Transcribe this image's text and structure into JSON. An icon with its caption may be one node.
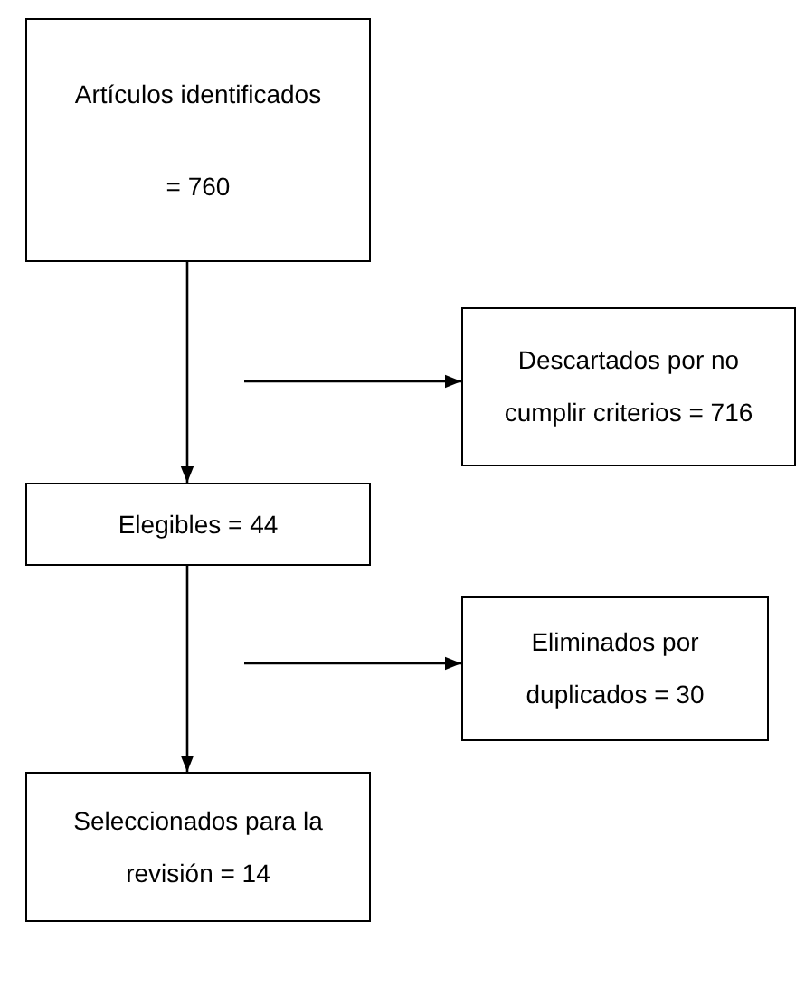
{
  "diagram": {
    "nodes": [
      {
        "text": [
          "Artículos identificados",
          "= 760"
        ]
      },
      {
        "text": [
          "Descartados por no cumplir criterios = 716"
        ]
      },
      {
        "text": [
          "Elegibles = 44"
        ]
      },
      {
        "text": [
          "Eliminados por duplicados = 30"
        ]
      },
      {
        "text": [
          "Seleccionados para la revisión = 14"
        ]
      }
    ],
    "edges": [
      {
        "from": 0,
        "to": 2,
        "arrow": "to"
      },
      {
        "from": null,
        "to": 1,
        "arrow": "to"
      },
      {
        "from": 2,
        "to": 4,
        "arrow": "to"
      },
      {
        "from": null,
        "to": 3,
        "arrow": "to"
      }
    ]
  }
}
